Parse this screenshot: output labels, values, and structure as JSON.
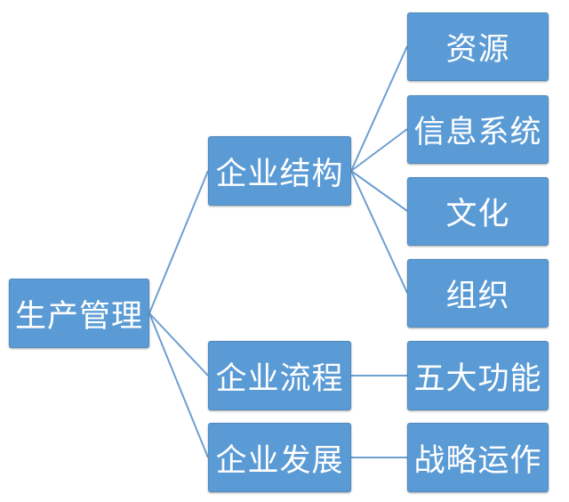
{
  "colors": {
    "node_fill": "#5b9bd5",
    "node_text": "#ffffff",
    "connector": "#6d9fd0"
  },
  "root": {
    "label": "生产管理",
    "children": [
      {
        "label": "企业结构",
        "children": [
          {
            "label": "资源"
          },
          {
            "label": "信息系统"
          },
          {
            "label": "文化"
          },
          {
            "label": "组织"
          }
        ]
      },
      {
        "label": "企业流程",
        "children": [
          {
            "label": "五大功能"
          }
        ]
      },
      {
        "label": "企业发展",
        "children": [
          {
            "label": "战略运作"
          }
        ]
      }
    ]
  }
}
